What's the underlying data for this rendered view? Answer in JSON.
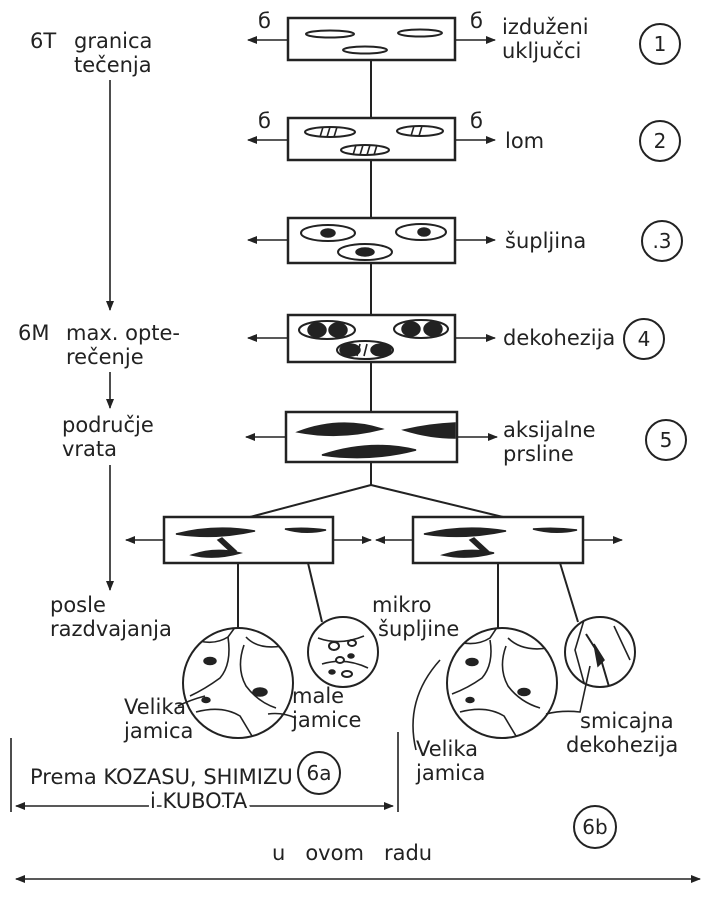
{
  "left_axis": {
    "sigma_t_symbol": "6T",
    "sigma_t_label": [
      "granica",
      "tečenja"
    ],
    "sigma_m_symbol": "6M",
    "sigma_m_label": [
      "max. opte-",
      "rečenje"
    ],
    "neck_label": [
      "područje",
      "vrata"
    ],
    "after_label": [
      "posle",
      "razdvajanja"
    ]
  },
  "stress_symbol": "б",
  "stages": [
    {
      "number": "1",
      "label": [
        "izduženi",
        "uključci"
      ]
    },
    {
      "number_display": "2",
      "label": [
        "lom"
      ]
    },
    {
      "number_display": ".3",
      "label": [
        "šupljina"
      ]
    },
    {
      "number_display": "4",
      "label": [
        "dekohezija"
      ]
    },
    {
      "number_display": "5",
      "label": [
        "aksijalne",
        "prsline"
      ]
    }
  ],
  "branch_a": {
    "number": "6a",
    "labels": {
      "velika_jamica": [
        "Velika",
        "jamica"
      ],
      "male_jamice": [
        "male",
        "jamice"
      ]
    },
    "range_label": [
      "Prema KOZASU, SHIMIZU",
      "i   KUBOTA"
    ]
  },
  "branch_b": {
    "number": "6b",
    "labels": {
      "mikro": [
        "mikro",
        "šupljine"
      ],
      "velika_jamica": [
        "Velika",
        "jamica"
      ],
      "smicajna": [
        "smicajna",
        "dekohezija"
      ]
    }
  },
  "bottom_label": "u   ovom   radu"
}
